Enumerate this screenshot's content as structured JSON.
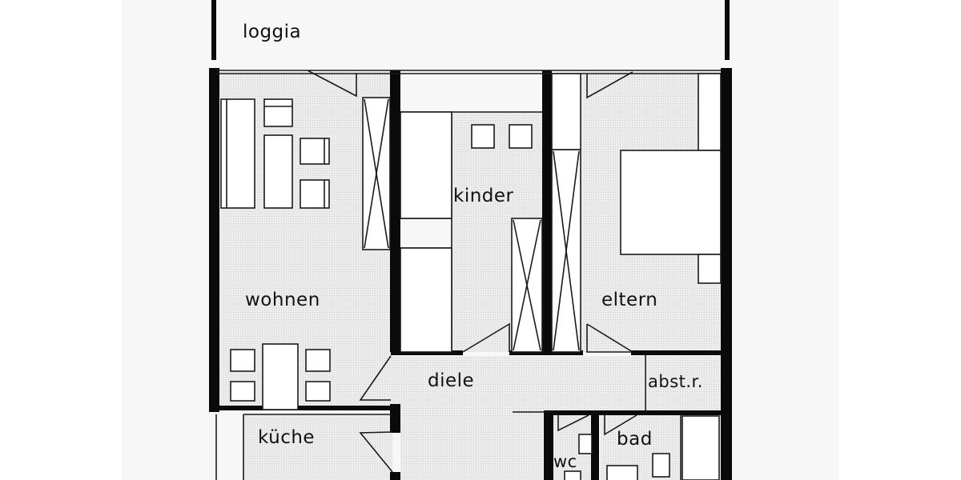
{
  "plan": {
    "type": "apartment-floor-plan",
    "colors": {
      "background": "#ffffff",
      "paper": "#f7f7f7",
      "room_fill": "#e6e6e6",
      "wall": "#0a0a0a",
      "line": "#1a1a1a",
      "furniture": "#ffffff"
    },
    "rooms": [
      {
        "id": "loggia",
        "label": "loggia"
      },
      {
        "id": "wohnen",
        "label": "wohnen"
      },
      {
        "id": "kinder",
        "label": "kinder"
      },
      {
        "id": "eltern",
        "label": "eltern"
      },
      {
        "id": "diele",
        "label": "diele"
      },
      {
        "id": "abstellraum",
        "label": "abst.r."
      },
      {
        "id": "kueche",
        "label": "küche"
      },
      {
        "id": "bad",
        "label": "bad"
      },
      {
        "id": "wc",
        "label": "wc"
      }
    ]
  }
}
